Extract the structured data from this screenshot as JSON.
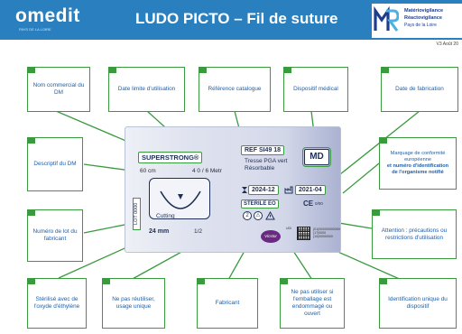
{
  "header": {
    "logo_left": "omedit",
    "logo_left_sub": "PAYS DE LA LOIRE",
    "title": "LUDO PICTO – Fil de suture",
    "logo_right_line1": "Matériovigilance",
    "logo_right_line2": "Réactovigilance",
    "logo_right_line3": "Pays de la Loire",
    "version": "V3 Août 20"
  },
  "callouts": {
    "nom_commercial": "Nom commercial du DM",
    "date_limite": "Date limite d'utilisation",
    "reference": "Référence catalogue",
    "dispositif": "Dispositif médical",
    "date_fabrication": "Date de fabrication",
    "descriptif": "Descriptif du DM",
    "marquage_line1": "Marquage de conformité européenne",
    "marquage_line2": "et numéro d'identification de l'organisme notifié",
    "lot": "Numéro de lot du fabricant",
    "attention": "Attention : précautions ou restrictions d'utilisation",
    "sterilise": "Stérilisé avec de l'oxyde d'éthylène",
    "ne_pas_reutiliser": "Ne pas réutiliser, usage unique",
    "fabricant": "Fabricant",
    "ne_pas_utiliser": "Ne pas utiliser si l'emballage est endommagé ou ouvert",
    "identification": "Identification unique du dispositif"
  },
  "package": {
    "brand": "SUPERSTRONG®",
    "length": "60 cm",
    "size": "4 0 / 6 Metr",
    "ref": "REF SI49 18",
    "material_line1": "Tresse PGA vert",
    "material_line2": "Résorbable",
    "md": "MD",
    "expiry": "2024-12",
    "manufactured": "2021-04",
    "ce": "CE",
    "ce_number": "0/00",
    "sterile": "STERILE EO",
    "needle_type": "Cutting",
    "needle_size": "24 mm",
    "needle_ratio": "1/2",
    "lot_vertical": "LOT 0000",
    "manufacturer_logo": "Vicstor",
    "udi_text": "(01)0000000000000 (17)0000 (10)00000000"
  }
}
